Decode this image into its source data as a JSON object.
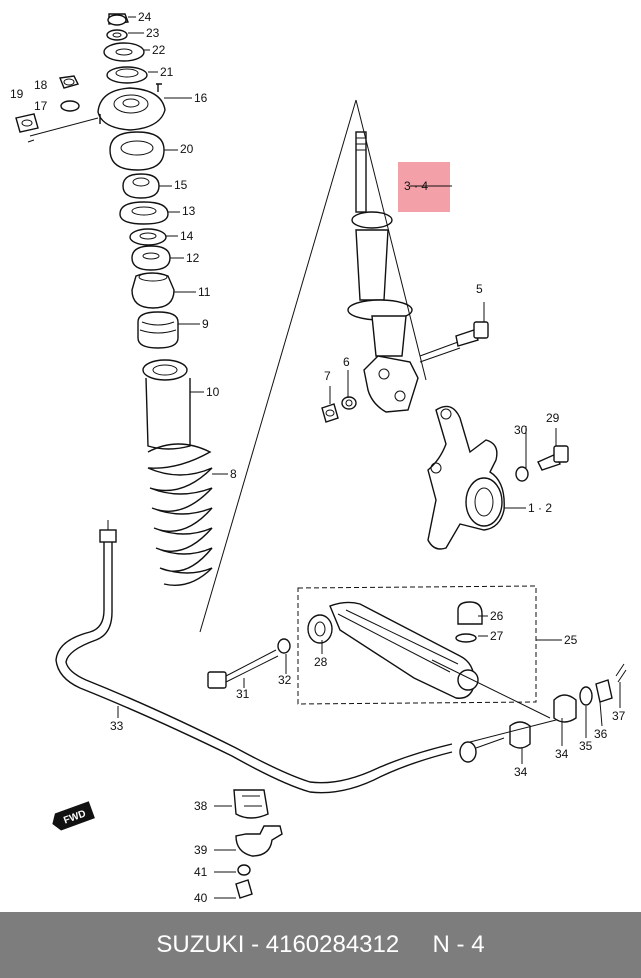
{
  "diagram": {
    "callouts": [
      {
        "id": "c24",
        "label": "24"
      },
      {
        "id": "c23",
        "label": "23"
      },
      {
        "id": "c22",
        "label": "22"
      },
      {
        "id": "c21",
        "label": "21"
      },
      {
        "id": "c16",
        "label": "16"
      },
      {
        "id": "c18",
        "label": "18"
      },
      {
        "id": "c17",
        "label": "17"
      },
      {
        "id": "c19",
        "label": "19"
      },
      {
        "id": "c20",
        "label": "20"
      },
      {
        "id": "c15",
        "label": "15"
      },
      {
        "id": "c13",
        "label": "13"
      },
      {
        "id": "c14",
        "label": "14"
      },
      {
        "id": "c12",
        "label": "12"
      },
      {
        "id": "c11",
        "label": "11"
      },
      {
        "id": "c9",
        "label": "9"
      },
      {
        "id": "c10",
        "label": "10"
      },
      {
        "id": "c8",
        "label": "8"
      },
      {
        "id": "c34a",
        "label": "3 · 4"
      },
      {
        "id": "c5",
        "label": "5"
      },
      {
        "id": "c6",
        "label": "6"
      },
      {
        "id": "c7",
        "label": "7"
      },
      {
        "id": "c29",
        "label": "29"
      },
      {
        "id": "c30",
        "label": "30"
      },
      {
        "id": "c12b",
        "label": "1 · 2"
      },
      {
        "id": "c26",
        "label": "26"
      },
      {
        "id": "c27",
        "label": "27"
      },
      {
        "id": "c25",
        "label": "25"
      },
      {
        "id": "c28",
        "label": "28"
      },
      {
        "id": "c31",
        "label": "31"
      },
      {
        "id": "c32",
        "label": "32"
      },
      {
        "id": "c33",
        "label": "33"
      },
      {
        "id": "c34b",
        "label": "34"
      },
      {
        "id": "c34c",
        "label": "34"
      },
      {
        "id": "c35",
        "label": "35"
      },
      {
        "id": "c36",
        "label": "36"
      },
      {
        "id": "c37",
        "label": "37"
      },
      {
        "id": "c38",
        "label": "38"
      },
      {
        "id": "c39",
        "label": "39"
      },
      {
        "id": "c41",
        "label": "41"
      },
      {
        "id": "c40",
        "label": "40"
      }
    ],
    "fwd_label": "FWD",
    "highlight_color": "#f4a0a8"
  },
  "footer": {
    "text": "SUZUKI - 4160284312     N - 4",
    "background": "#7d7d7d"
  }
}
